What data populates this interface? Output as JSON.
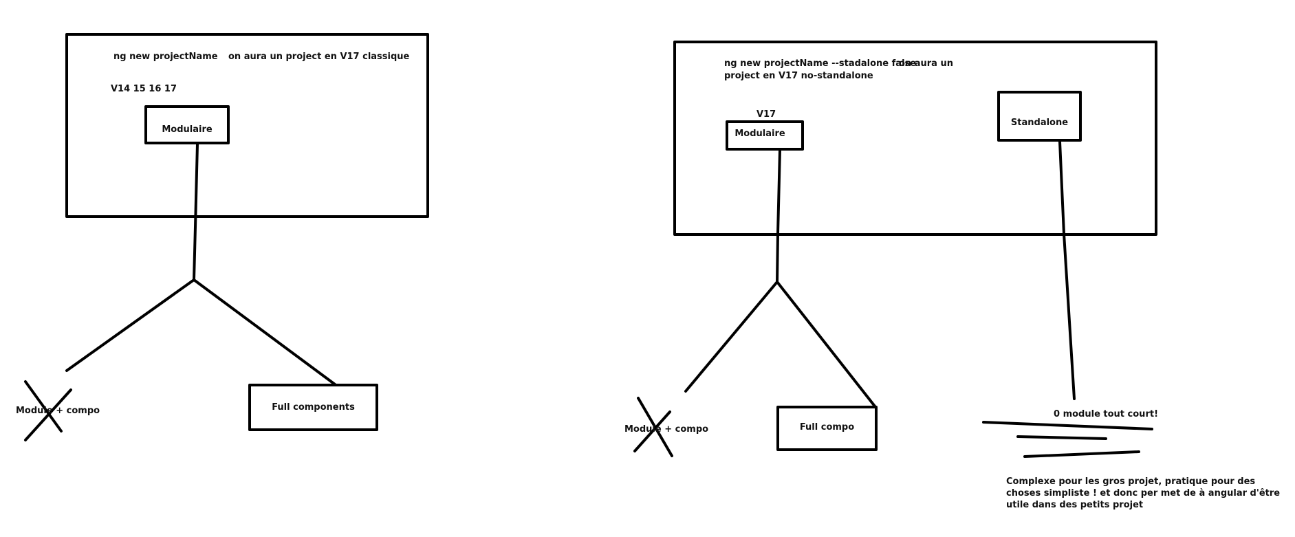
{
  "colors": {
    "ink": "#000000",
    "background": "#ffffff"
  },
  "left": {
    "command": "ng new projectName",
    "result": "on aura un project en V17 classique",
    "versions": "V14 15 16 17",
    "modulaire_box": "Modulaire",
    "crossed_option": "Module + compo",
    "full_box": "Full components"
  },
  "right": {
    "command_line1": "ng new projectName --stadalone false",
    "command_line2": "project en V17 no-standalone",
    "result": "on aura un",
    "version": "V17",
    "modulaire_box": "Modulaire",
    "standalone_box": "Standalone",
    "crossed_option": "Module + compo",
    "full_box": "Full compo",
    "no_module": "0 module tout court!",
    "conclusion": "Complexe pour les gros projet, pratique pour des choses simpliste ! et donc per met de à angular d'être utile dans des petits projet"
  }
}
